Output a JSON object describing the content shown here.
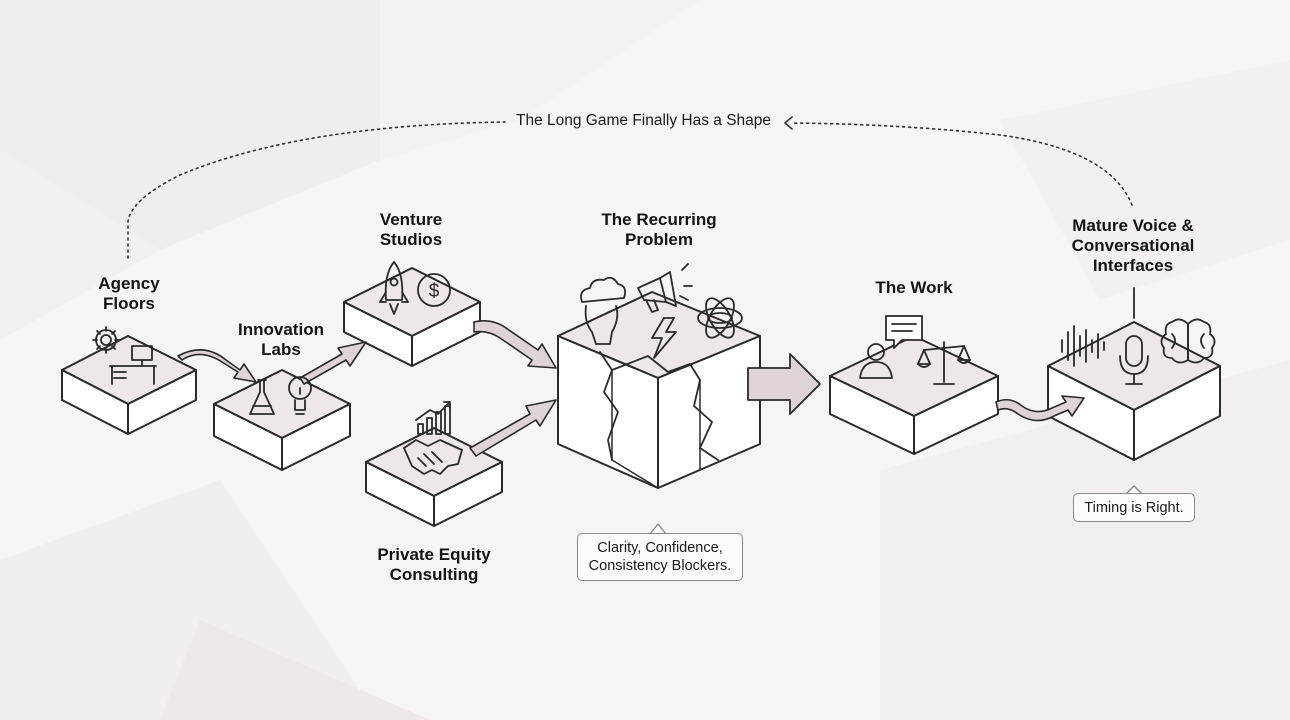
{
  "top_caption": "The Long Game Finally Has a Shape",
  "stages": {
    "agency_floors": [
      "Agency",
      "Floors"
    ],
    "innovation_labs": [
      "Innovation",
      "Labs"
    ],
    "venture_studios": [
      "Venture",
      "Studios"
    ],
    "private_equity": [
      "Private Equity",
      "Consulting"
    ],
    "recurring_problem": [
      "The Recurring",
      "Problem"
    ],
    "the_work": [
      "The Work"
    ],
    "mature_voice": [
      "Mature Voice &",
      "Conversational",
      "Interfaces"
    ]
  },
  "callouts": {
    "blockers": [
      "Clarity, Confidence,",
      "Consistency Blockers."
    ],
    "timing": [
      "Timing is Right."
    ]
  },
  "icons": {
    "agency_floors": [
      "gear-icon",
      "desk-icon",
      "monitor-icon"
    ],
    "innovation_labs": [
      "flask-icon",
      "lightbulb-icon"
    ],
    "venture_studios": [
      "rocket-icon",
      "dollar-coin-icon"
    ],
    "private_equity": [
      "bar-chart-icon",
      "handshake-icon"
    ],
    "recurring_problem": [
      "person-head-cloud-icon",
      "megaphone-icon",
      "lightning-icon",
      "knot-icon"
    ],
    "the_work": [
      "person-icon",
      "chat-bubble-icon",
      "scales-icon"
    ],
    "mature_voice": [
      "sound-wave-icon",
      "microphone-icon",
      "brain-icon"
    ]
  },
  "colors": {
    "block_top": "#ede6ea",
    "block_face": "#ffffff",
    "arrow_fill": "#ddd3d8",
    "stroke": "#2a2a2a",
    "background": "#f7f4f6"
  }
}
